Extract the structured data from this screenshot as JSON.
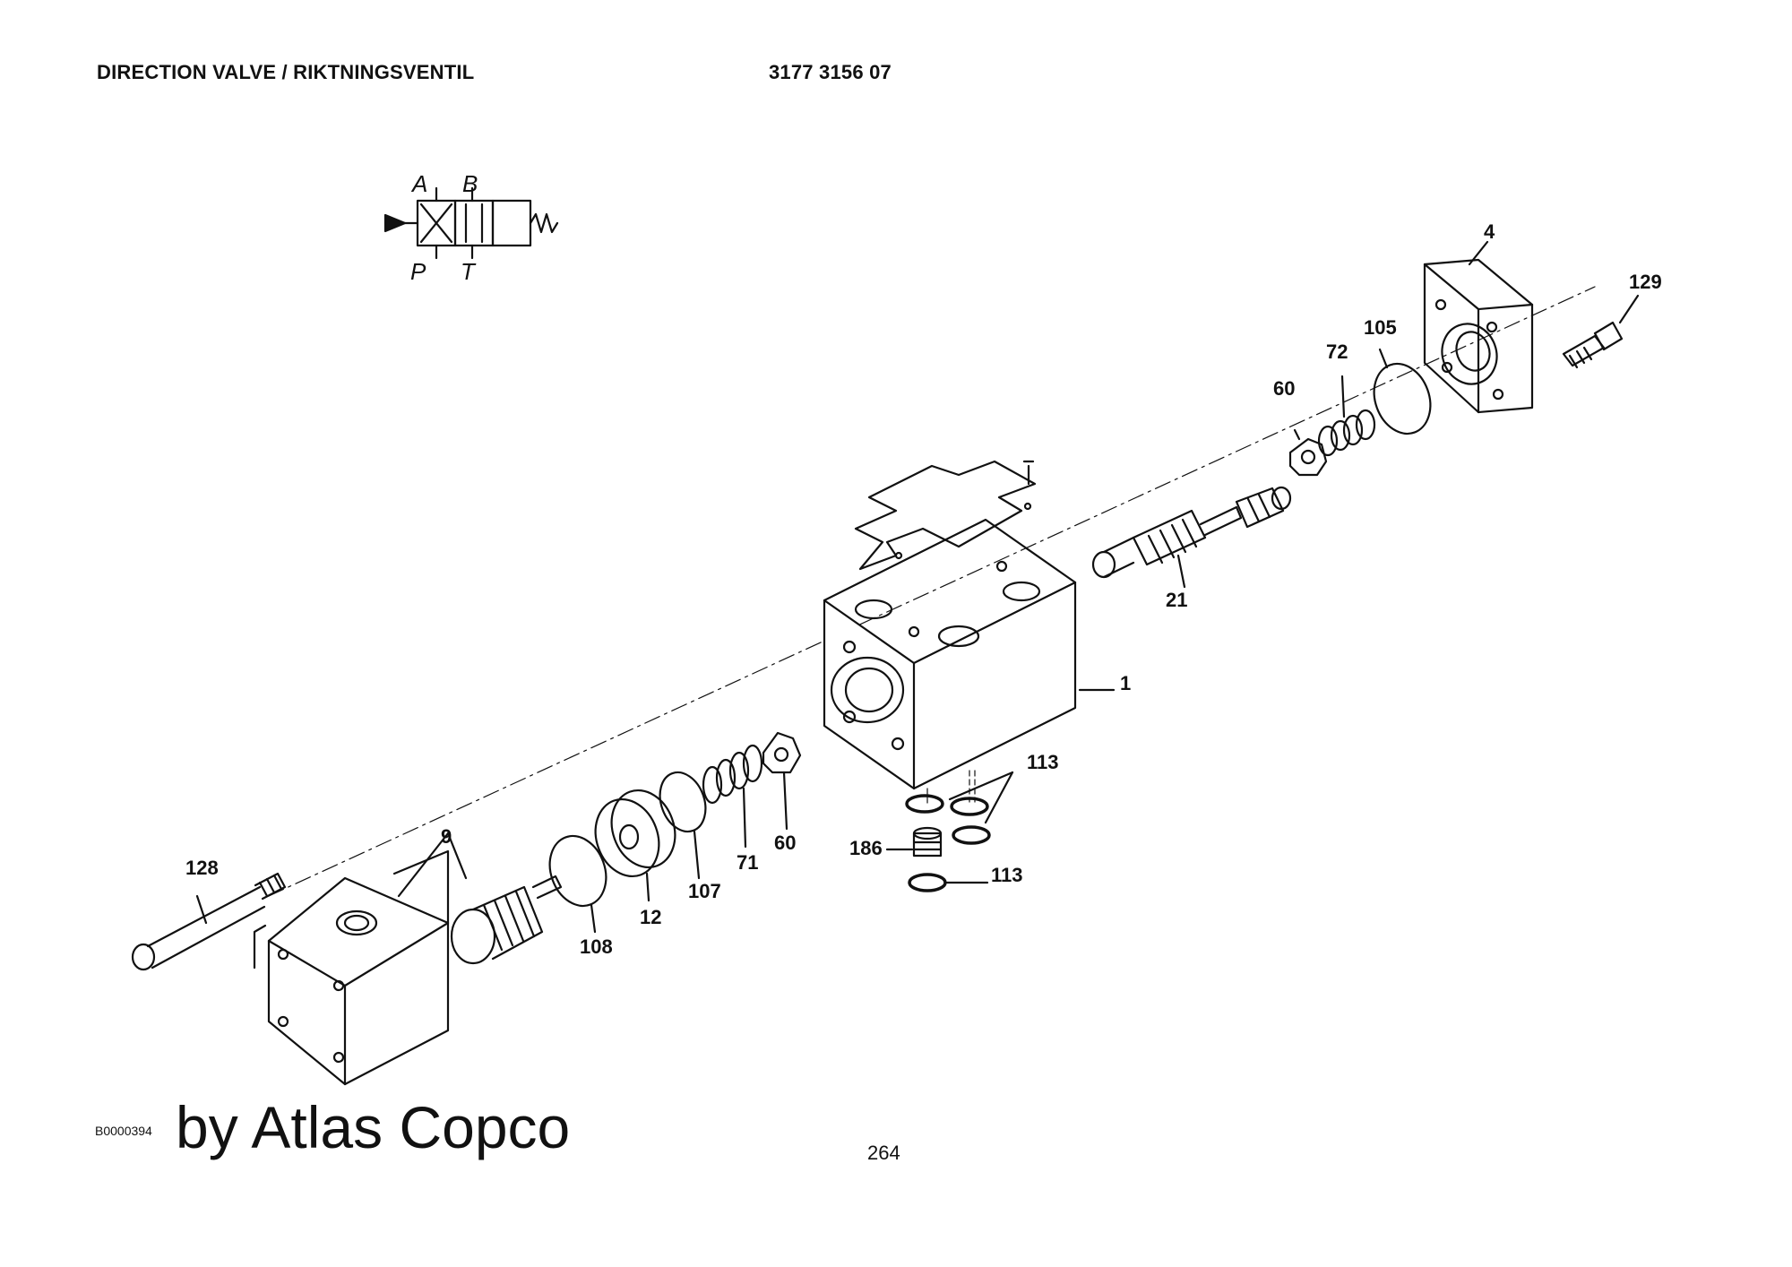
{
  "header": {
    "title": "DIRECTION VALVE / RIKTNINGSVENTIL",
    "part_number": "3177 3156 07"
  },
  "symbol": {
    "port_a": "A",
    "port_b": "B",
    "port_p": "P",
    "port_t": "T"
  },
  "callouts": {
    "c1": "1",
    "c4": "4",
    "c9": "9",
    "c12": "12",
    "c21": "21",
    "c60a": "60",
    "c60b": "60",
    "c71": "71",
    "c72": "72",
    "c105": "105",
    "c107": "107",
    "c108": "108",
    "c113a": "113",
    "c113b": "113",
    "c128": "128",
    "c129": "129",
    "c186": "186"
  },
  "footer": {
    "figure_code": "B0000394",
    "watermark": "by Atlas Copco",
    "page_number": "264"
  }
}
